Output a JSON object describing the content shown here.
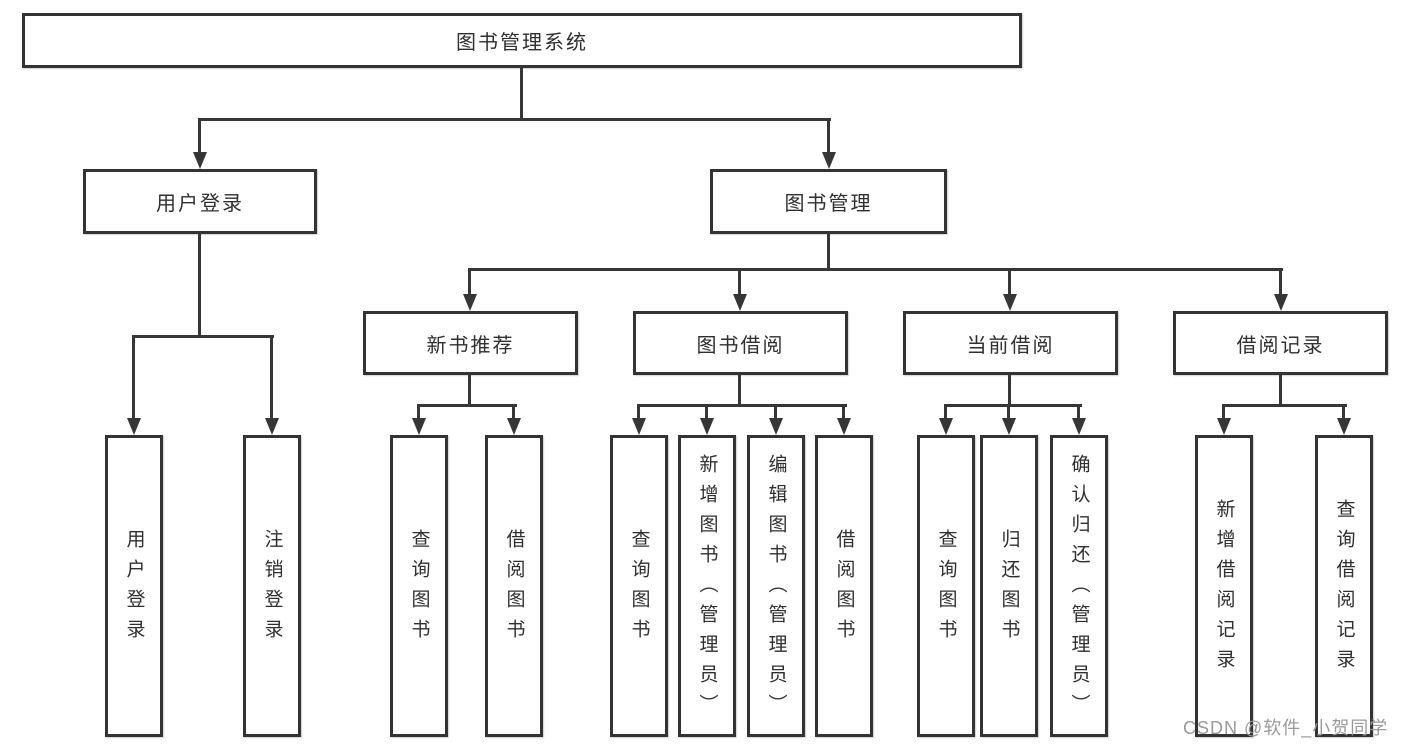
{
  "diagram": {
    "root": "图书管理系统",
    "level2": {
      "user_login": "用户登录",
      "book_management": "图书管理"
    },
    "level3": [
      "新书推荐",
      "图书借阅",
      "当前借阅",
      "借阅记录"
    ],
    "leaves": {
      "user_login": [
        "用户登录",
        "注销登录"
      ],
      "new_book_recommend": [
        "查询图书",
        "借阅图书"
      ],
      "book_borrow": [
        "查询图书",
        "新增图书（管理员）",
        "编辑图书（管理员）",
        "借阅图书"
      ],
      "current_borrow": [
        "查询图书",
        "归还图书",
        "确认归还（管理员）"
      ],
      "borrow_records": [
        "新增借阅记录",
        "查询借阅记录"
      ]
    },
    "colors": {
      "line": "#363636",
      "box_border": "#333333",
      "text": "#2f2f2f",
      "background": "#ffffff",
      "watermark": "#9a9a9a"
    }
  },
  "watermark": "CSDN @软件_小贺同学"
}
